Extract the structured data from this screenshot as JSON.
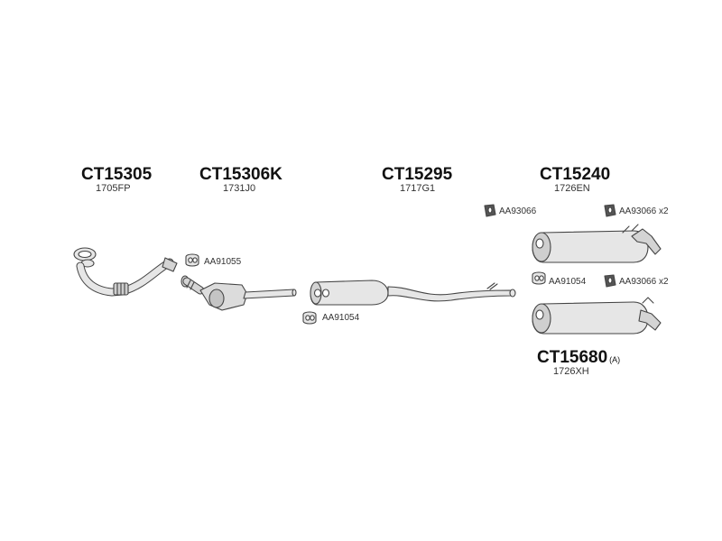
{
  "parts": {
    "front_pipe": {
      "code": "CT15305",
      "ref": "1705FP"
    },
    "catalyst": {
      "code": "CT15306K",
      "ref": "1731J0"
    },
    "center_silencer": {
      "code": "CT15295",
      "ref": "1717G1"
    },
    "rear_silencer": {
      "code": "CT15240",
      "ref": "1726EN"
    },
    "rear_silencer_alt": {
      "code": "CT15680",
      "suffix": "(A)",
      "ref": "1726XH"
    }
  },
  "accessories": {
    "gasket_front": "AA91055",
    "gasket_mid": "AA91054",
    "clamp_rear_top": "AA93066",
    "clamp_rear_top_right": "AA93066",
    "qty_top_right": "x2",
    "gasket_rear": "AA91054",
    "clamp_rear_bottom_right": "AA93066",
    "qty_bottom_right": "x2"
  },
  "colors": {
    "line": "#444444",
    "fill": "#e6e6e6",
    "shade": "#bdbdbd"
  }
}
